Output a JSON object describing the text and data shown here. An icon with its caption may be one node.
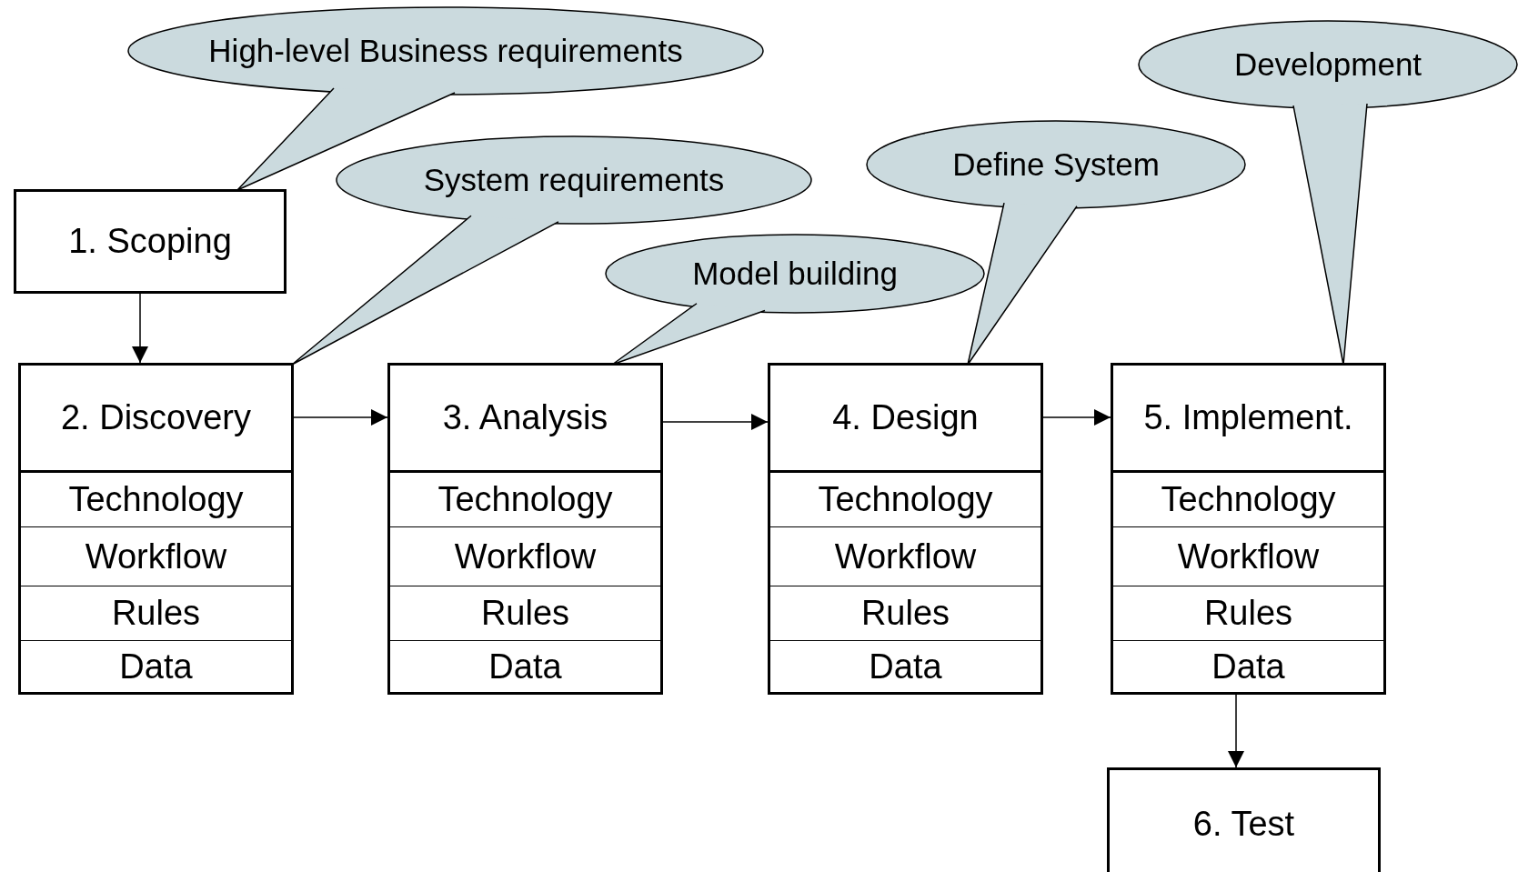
{
  "diagram": {
    "nodes": [
      {
        "text": [
          "High-level Business requirements"
        ]
      },
      {
        "text": [
          "1. Scoping"
        ]
      },
      {
        "text": [
          "System requirements"
        ]
      },
      {
        "text": [
          "2. Discovery",
          "Technology",
          "Workflow",
          "Rules",
          "Data"
        ]
      },
      {
        "text": [
          "Model building"
        ]
      },
      {
        "text": [
          "3. Analysis",
          "Technology",
          "Workflow",
          "Rules",
          "Data"
        ]
      },
      {
        "text": [
          "Define System"
        ]
      },
      {
        "text": [
          "4. Design",
          "Technology",
          "Workflow",
          "Rules",
          "Data"
        ]
      },
      {
        "text": [
          "Development"
        ]
      },
      {
        "text": [
          "5. Implement.",
          "Technology",
          "Workflow",
          "Rules",
          "Data"
        ]
      },
      {
        "text": [
          "6. Test"
        ]
      }
    ],
    "edges": [
      {
        "from": 1,
        "to": 3,
        "arrow": "to"
      },
      {
        "from": 3,
        "to": 5,
        "arrow": "to"
      },
      {
        "from": 5,
        "to": 7,
        "arrow": "to"
      },
      {
        "from": 7,
        "to": 9,
        "arrow": "to"
      },
      {
        "from": 9,
        "to": 10,
        "arrow": "to"
      },
      {
        "from": 0,
        "to": 1,
        "arrow": "none"
      },
      {
        "from": 2,
        "to": 3,
        "arrow": "none"
      },
      {
        "from": 4,
        "to": 5,
        "arrow": "none"
      },
      {
        "from": 6,
        "to": 7,
        "arrow": "none"
      },
      {
        "from": 8,
        "to": 9,
        "arrow": "none"
      }
    ]
  }
}
